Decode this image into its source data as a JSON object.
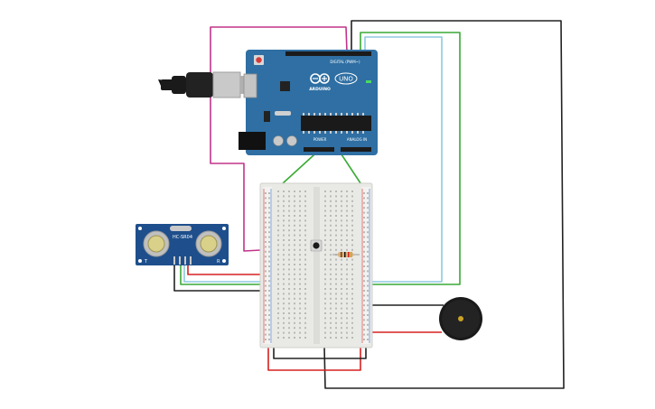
{
  "arduino": {
    "brand": "ARDUINO",
    "model": "UNO",
    "digital_label": "DIGITAL (PWM~)",
    "power_label": "POWER",
    "analog_label": "ANALOG IN",
    "board_color": "#2f6fa3"
  },
  "sensor": {
    "model": "HC-SR04",
    "pin_left": "T",
    "pin_right": "R",
    "board_color": "#1e4f8c"
  },
  "buzzer": {
    "color": "#1a1a1a"
  },
  "colors": {
    "wire_magenta": "#c2338a",
    "wire_green": "#3aaa35",
    "wire_lightblue": "#8ec9e0",
    "wire_black": "#222222",
    "wire_red": "#d62020",
    "breadboard": "#e9e9e6"
  }
}
